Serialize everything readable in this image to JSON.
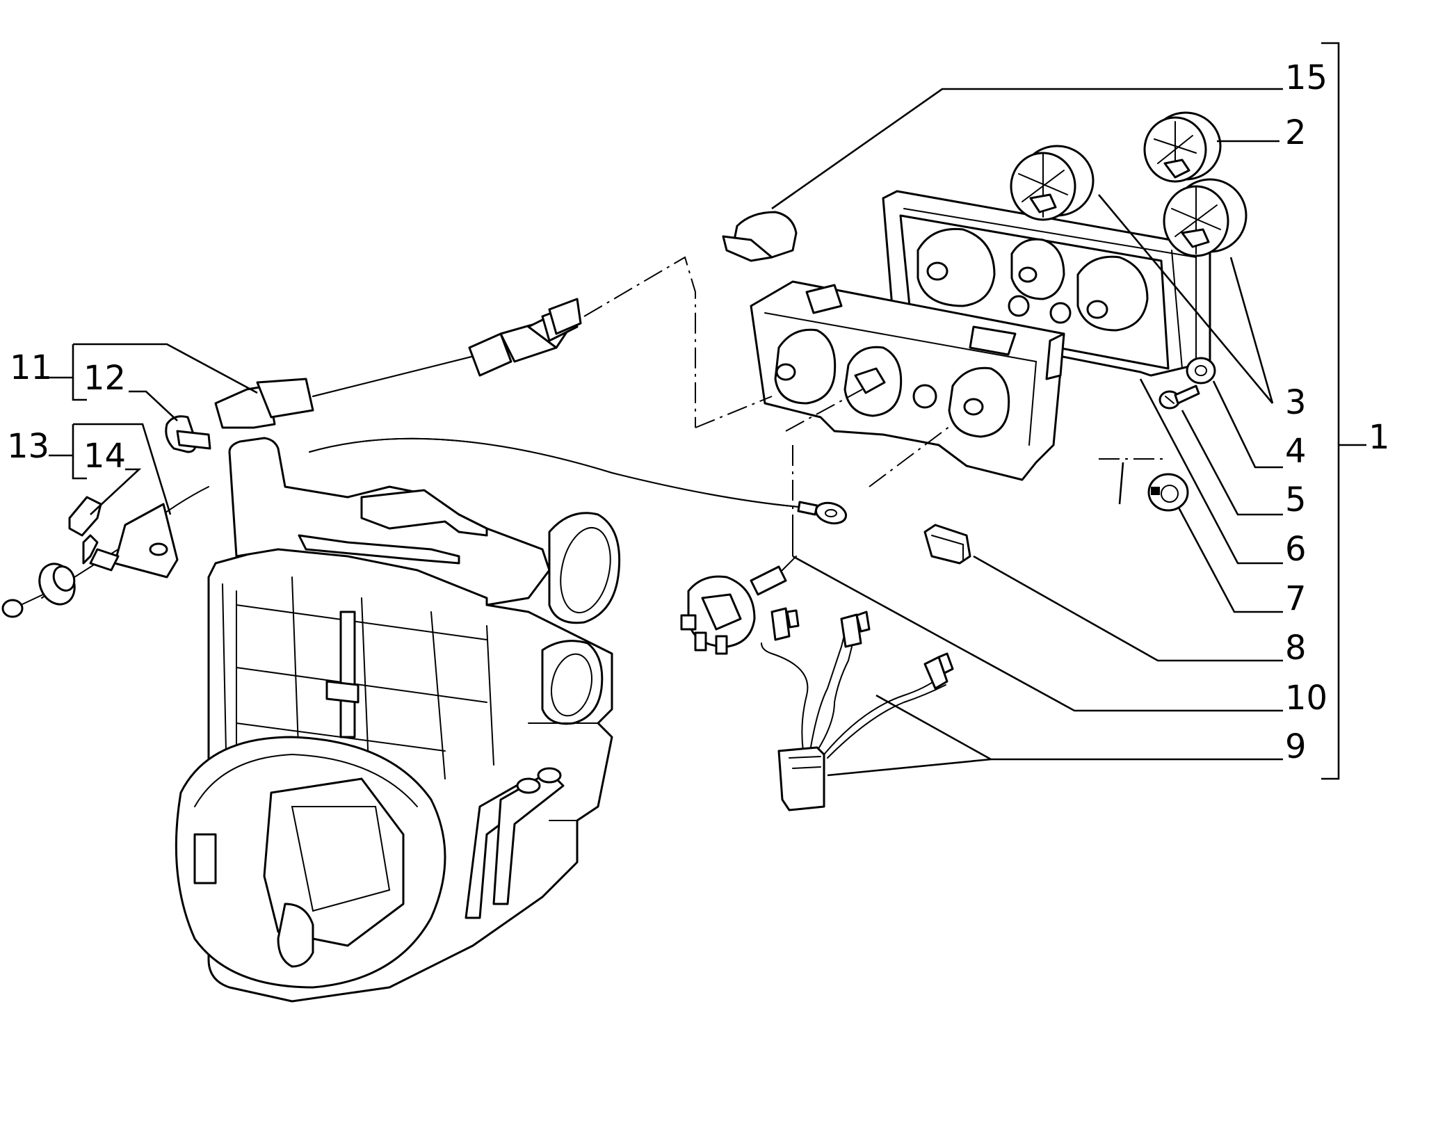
{
  "diagram": {
    "callouts": [
      {
        "id": "1",
        "label": "1"
      },
      {
        "id": "2",
        "label": "2"
      },
      {
        "id": "3",
        "label": "3"
      },
      {
        "id": "4",
        "label": "4"
      },
      {
        "id": "5",
        "label": "5"
      },
      {
        "id": "6",
        "label": "6"
      },
      {
        "id": "7",
        "label": "7"
      },
      {
        "id": "8",
        "label": "8"
      },
      {
        "id": "9",
        "label": "9"
      },
      {
        "id": "10",
        "label": "10"
      },
      {
        "id": "11",
        "label": "11"
      },
      {
        "id": "12",
        "label": "12"
      },
      {
        "id": "13",
        "label": "13"
      },
      {
        "id": "14",
        "label": "14"
      },
      {
        "id": "15",
        "label": "15"
      }
    ]
  },
  "colors": {
    "ink": "#000000",
    "paper": "#ffffff"
  }
}
